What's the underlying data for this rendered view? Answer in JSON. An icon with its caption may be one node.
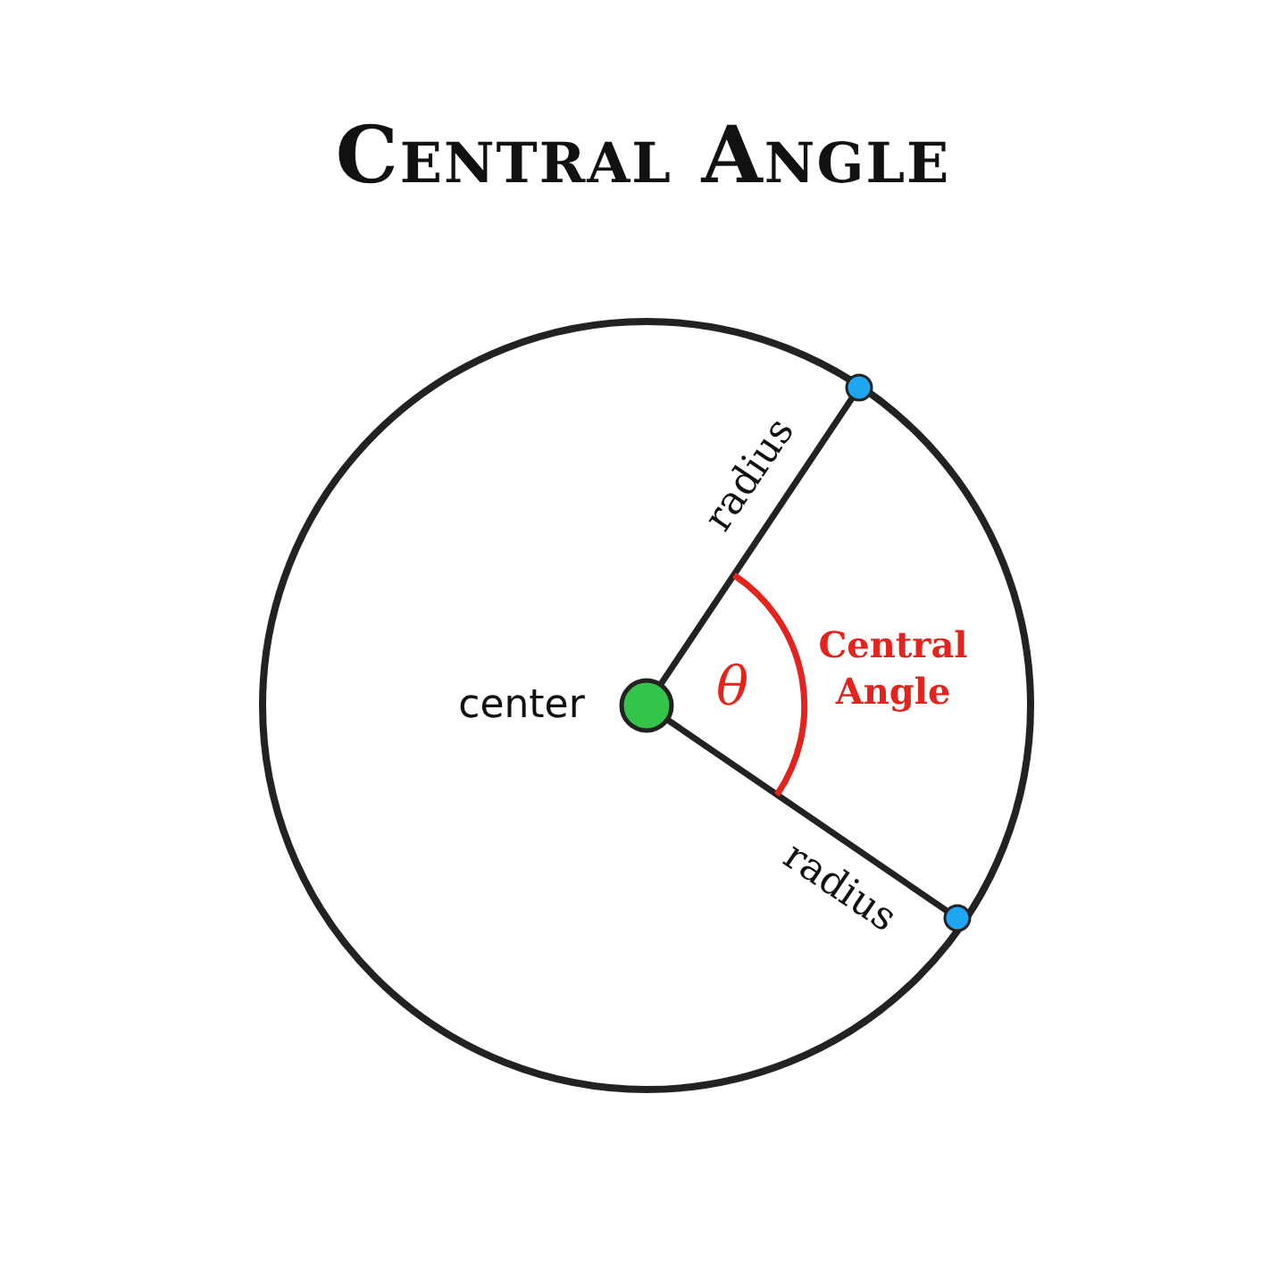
{
  "diagram": {
    "title": "Central Angle",
    "labels": [
      "radius",
      "center",
      "θ",
      "Central Angle",
      "radius"
    ]
  }
}
